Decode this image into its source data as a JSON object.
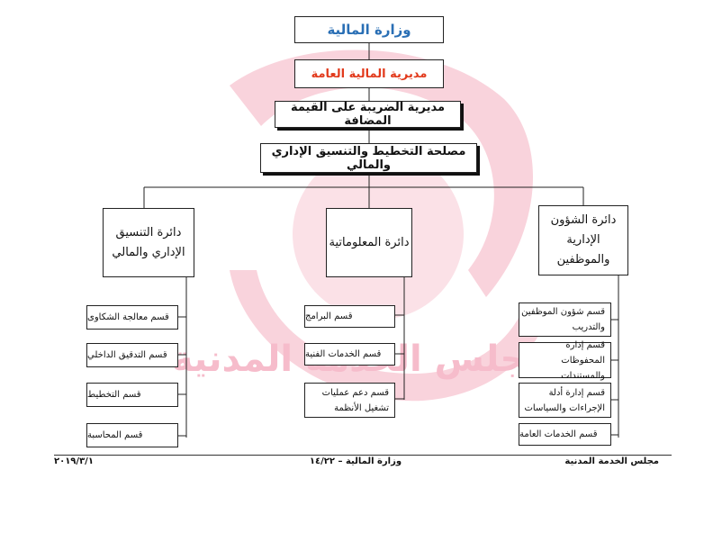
{
  "ministry": "وزارة المالية",
  "general_directorate": "مديرية المالية العامة",
  "vat_directorate": "مديرية الضريبة على القيمة المضافة",
  "planning_service": "مصلحة التخطيط والتنسيق الإداري والمالي",
  "divisions": {
    "admin": "دائرة الشؤون الإدارية والموظفين",
    "info": "دائرة المعلوماتية",
    "coord": "دائرة التنسيق الإداري والمالي"
  },
  "admin_sections": [
    "قسم شؤون الموظفين والتدريب",
    "قسم إدارة المحفوظات والمستندات",
    "قسم إدارة أدلة الإجراءات والسياسات",
    "قسم الخدمات العامة"
  ],
  "info_sections": [
    "قسم البرامج",
    "قسم الخدمات الفنية",
    "قسم دعم عمليات تشغيل الأنظمة"
  ],
  "coord_sections": [
    "قسم معالجة الشكاوى",
    "قسم التدقيق الداخلي",
    "قسم التخطيط",
    "قسم المحاسبة"
  ],
  "footer": {
    "left": "مجلس الخدمة المدنية",
    "center": "وزارة المالية – ١٤/٢٢",
    "right": "٢٠١٩/٣/١"
  },
  "colors": {
    "ministry_text": "#2a6fb5",
    "directorate_text": "#e23a1c",
    "watermark": "#f7c6d2"
  },
  "watermark_text": "مجلس الخدمة المدنية"
}
